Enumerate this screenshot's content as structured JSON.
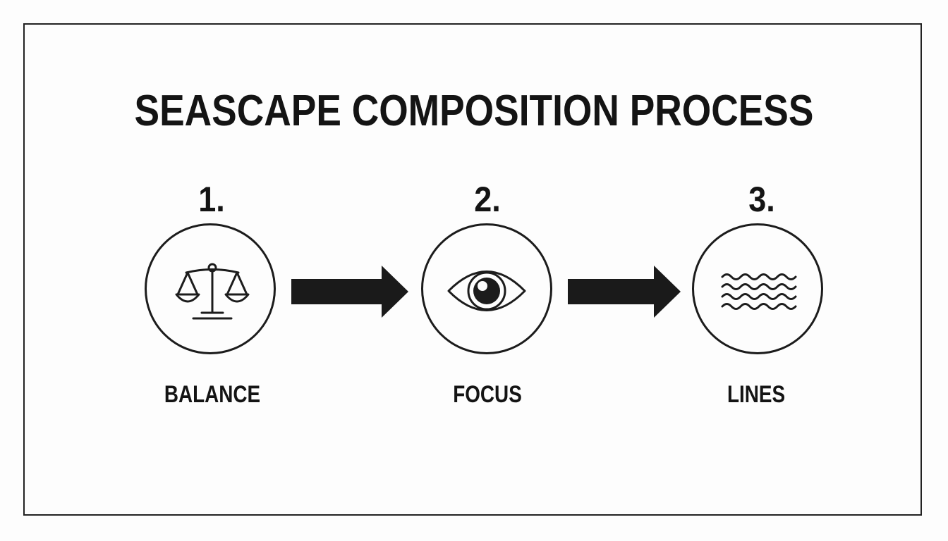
{
  "title": "SEASCAPE COMPOSITION PROCESS",
  "steps": [
    {
      "number": "1.",
      "label": "BALANCE",
      "icon": "scales-icon"
    },
    {
      "number": "2.",
      "label": "FOCUS",
      "icon": "eye-icon"
    },
    {
      "number": "3.",
      "label": "LINES",
      "icon": "waves-icon"
    }
  ],
  "colors": {
    "ink": "#141414",
    "background": "#fdfdfd"
  }
}
